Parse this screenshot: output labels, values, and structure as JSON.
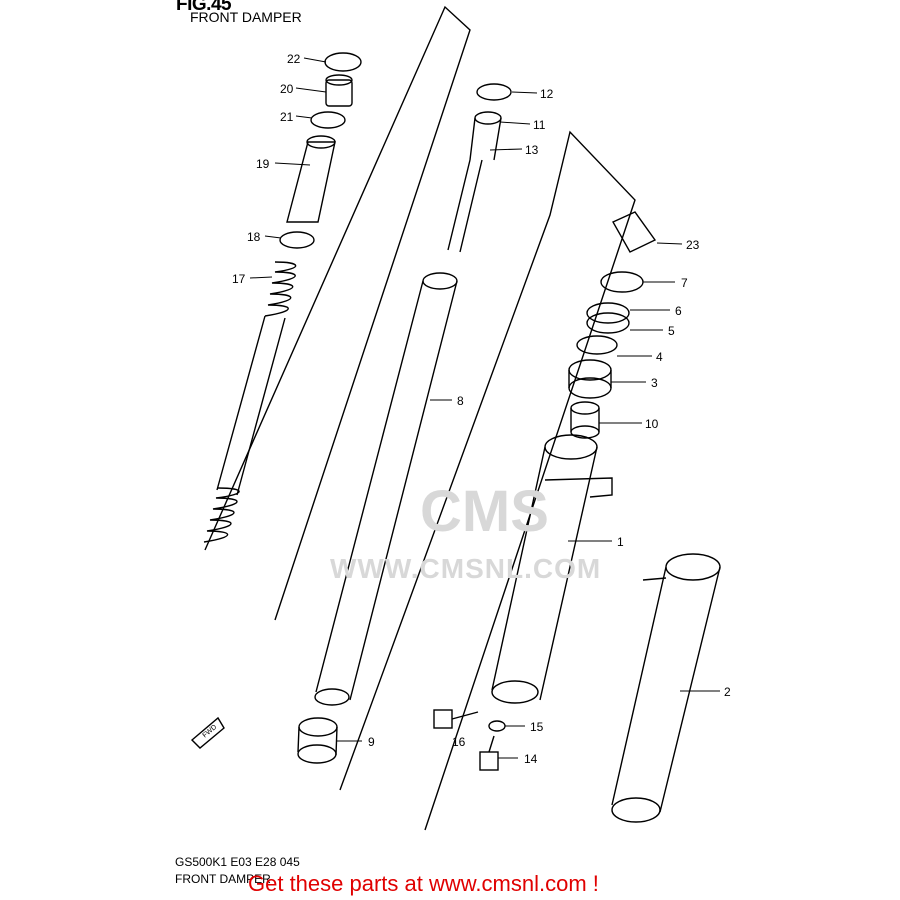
{
  "figure": {
    "title": "FIG.45",
    "subtitle": "FRONT DAMPER",
    "model_code": "GS500K1 E03 E28 045",
    "caption": "FRONT DAMPER"
  },
  "banner": "Get these parts at www.cmsnl.com !",
  "watermark": {
    "logo": "CMS",
    "url": "WWW.CMSNL.COM"
  },
  "fwd_label": "FWD",
  "callouts": [
    "22",
    "20",
    "21",
    "19",
    "18",
    "17",
    "12",
    "11",
    "13",
    "8",
    "23",
    "7",
    "6",
    "5",
    "4",
    "3",
    "10",
    "1",
    "9",
    "15",
    "16",
    "14",
    "2"
  ]
}
